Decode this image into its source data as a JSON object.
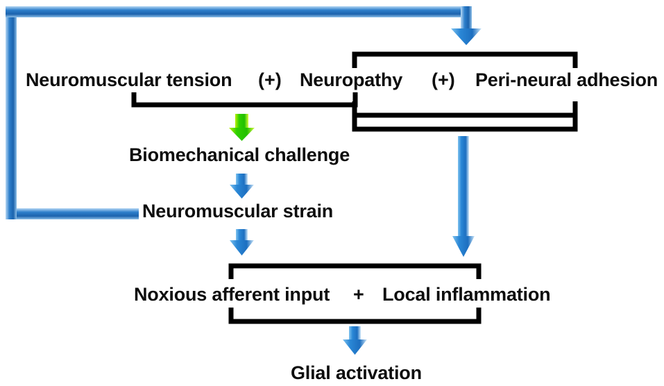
{
  "diagram": {
    "title": "Neuromuscular tension and neuropathy feedback loop",
    "colors": {
      "text": "#0d0d0d",
      "bracket": "#000000",
      "arrow_blue_dark": "#1a6fc4",
      "arrow_blue_light": "#9ed2f2",
      "arrow_green_dark": "#22c000",
      "arrow_green_light": "#a8f000",
      "loop_blue": "#1f6fc0",
      "background": "#ffffff"
    },
    "nodes": {
      "neuromuscular_tension": "Neuromuscular tension",
      "neuropathy": "Neuropathy",
      "peri_neural_adhesion": "Peri-neural adhesion",
      "biomechanical_challenge": "Biomechanical challenge",
      "neuromuscular_strain": "Neuromuscular strain",
      "noxious_afferent_input": "Noxious afferent input",
      "local_inflammation": "Local inflammation",
      "glial_activation": "Glial activation"
    },
    "operators": {
      "plus_paren_1": "(+)",
      "plus_paren_2": "(+)",
      "plus_plain": "+"
    },
    "connectors": [
      {
        "name": "feedback-loop-arrow",
        "from": "Neuromuscular strain",
        "to": "Neuropathy + Peri-neural adhesion",
        "color": "#1f6fc0",
        "style": "thick-blue-loop"
      },
      {
        "name": "green-arrow-down",
        "from": "Neuromuscular tension + Neuropathy",
        "to": "Biomechanical challenge",
        "color": "#22c000",
        "style": "short-down"
      },
      {
        "name": "blue-arrow-challenge-to-strain",
        "from": "Biomechanical challenge",
        "to": "Neuromuscular strain",
        "color": "#2f8ed6",
        "style": "short-down"
      },
      {
        "name": "blue-arrow-strain-to-noxious",
        "from": "Neuromuscular strain",
        "to": "Noxious afferent input",
        "color": "#2f8ed6",
        "style": "short-down"
      },
      {
        "name": "blue-arrow-adhesion-to-inflammation",
        "from": "Neuropathy + Peri-neural adhesion",
        "to": "Local inflammation",
        "color": "#2f8ed6",
        "style": "long-down"
      },
      {
        "name": "blue-arrow-to-glial",
        "from": "Noxious afferent input + Local inflammation",
        "to": "Glial activation",
        "color": "#2f8ed6",
        "style": "short-down"
      }
    ],
    "brackets": [
      {
        "name": "bracket-tension-neuropathy",
        "orientation": "down",
        "members": [
          "Neuromuscular tension",
          "Neuropathy"
        ]
      },
      {
        "name": "bracket-neuropathy-adhesion-top",
        "orientation": "up",
        "members": [
          "Neuropathy",
          "Peri-neural adhesion"
        ]
      },
      {
        "name": "bracket-neuropathy-adhesion-bottom",
        "orientation": "down",
        "members": [
          "Neuropathy",
          "Peri-neural adhesion"
        ]
      },
      {
        "name": "bracket-noxious-inflammation",
        "orientation": "both",
        "members": [
          "Noxious afferent input",
          "Local inflammation"
        ]
      }
    ]
  }
}
